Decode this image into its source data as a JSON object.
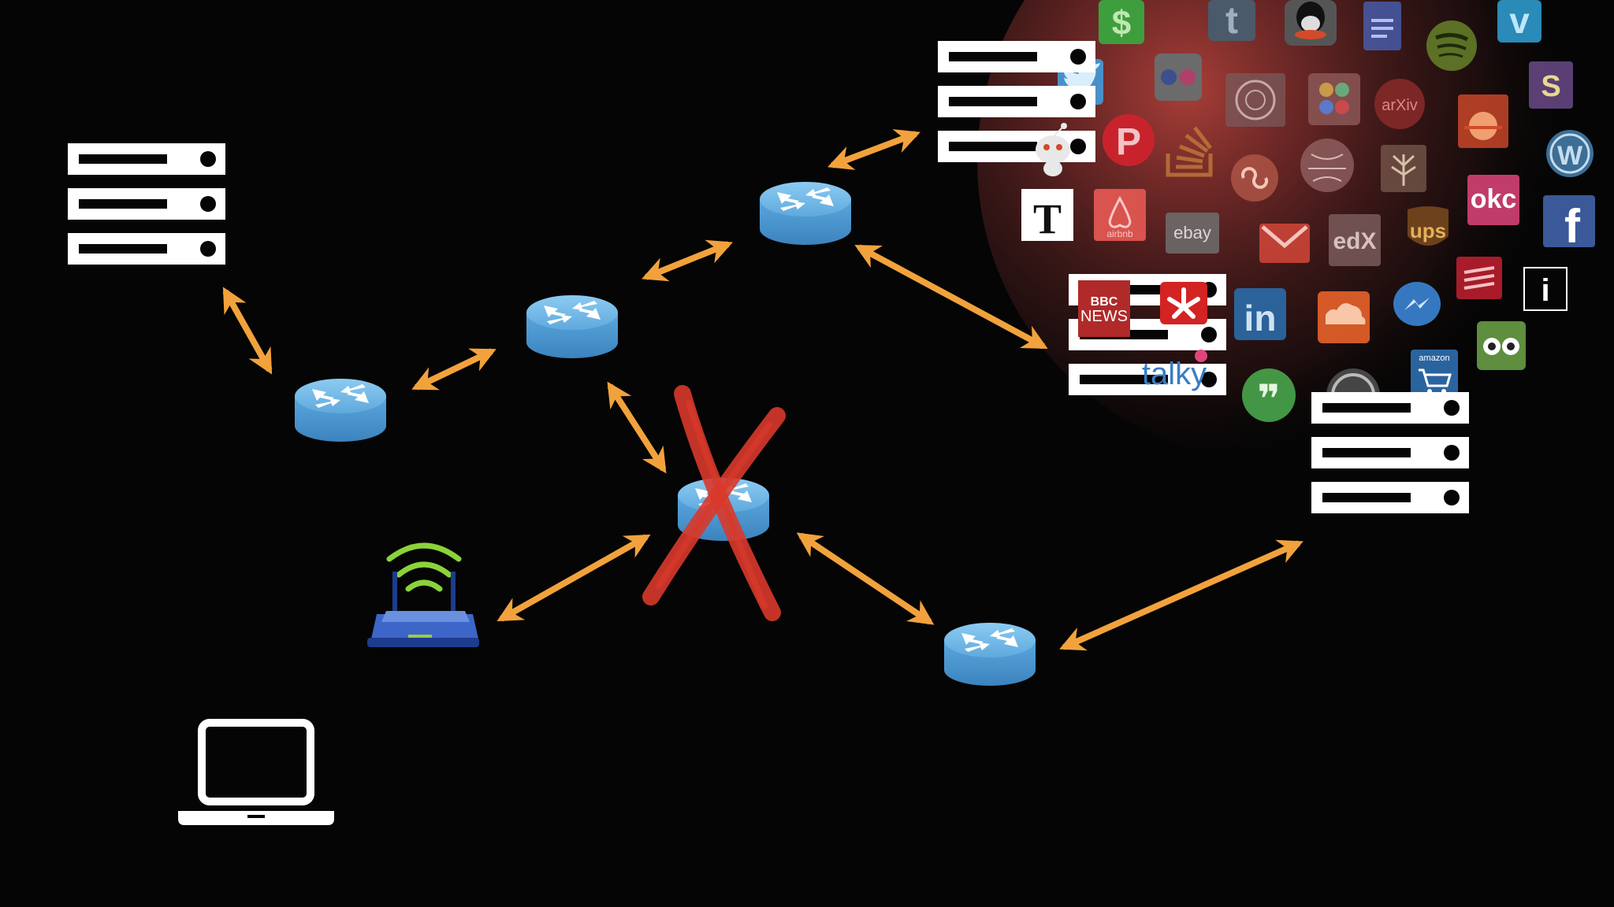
{
  "colors": {
    "background": "#050505",
    "arrow": "#F2A23C",
    "router": "#5BA7DE",
    "router_top": "#7DC0EE",
    "server": "#FFFFFF",
    "failure_mark": "#D8392B",
    "wifi_signal": "#8BD33A",
    "glow": "#A8322E"
  },
  "nodes": {
    "servers": [
      "server-top-left",
      "server-top-center",
      "server-middle-right",
      "server-bottom-right"
    ],
    "routers": [
      "router-1",
      "router-2",
      "router-3",
      "router-4-failed",
      "router-5"
    ],
    "home_router": "wifi-router",
    "client": "laptop"
  },
  "failed_node": "router-4-failed",
  "service_logos": {
    "twitter": {
      "icon": "twitter-bird",
      "color": "#4A90C8"
    },
    "pinterest": {
      "icon": "pinterest-p",
      "color": "#C8232C"
    },
    "flickr": {
      "icon": "two-dots",
      "color": "#6B6B6B"
    },
    "stackoverflow": {
      "icon": "stack",
      "color": "#A0522D"
    },
    "wikipedia": {
      "icon": "globe",
      "color": "#777777"
    },
    "nytimes": {
      "text": "T",
      "color": "#FFFFFF"
    },
    "airbnb": {
      "text": "airbnb",
      "color": "#D9534F"
    },
    "ebay": {
      "text": "ebay",
      "color": "#888888"
    },
    "gmail": {
      "icon": "envelope",
      "color": "#D44638"
    },
    "edx": {
      "text": "edX",
      "color": "#6B6B6B"
    },
    "ups": {
      "text": "ups",
      "color": "#7A4A1E"
    },
    "okcupid": {
      "text": "okc",
      "color": "#E0457B"
    },
    "facebook": {
      "text": "f",
      "color": "#3B5998"
    },
    "wordpress": {
      "text": "W",
      "color": "#3C6E96"
    },
    "bbc_news": {
      "line1": "BBC",
      "line2": "NEWS",
      "color": "#B02A2A"
    },
    "yelp": {
      "icon": "yelp-burst",
      "color": "#D32323"
    },
    "talky": {
      "text": "talky",
      "color": "#3A7CC4"
    },
    "linkedin": {
      "text": "in",
      "color": "#2A6CA8"
    },
    "soundcloud": {
      "icon": "cloud",
      "color": "#E8632A"
    },
    "messenger": {
      "icon": "bolt",
      "color": "#3C8CE0"
    },
    "bank_of_america": {
      "icon": "flag",
      "color": "#C42030"
    },
    "info": {
      "text": "i",
      "color": "#FFFFFF"
    },
    "tripadvisor": {
      "text": "oo",
      "color": "#5E8E3E"
    },
    "amazon": {
      "text": "amazon",
      "color": "#2F6FB0"
    },
    "github": {
      "icon": "octocat",
      "color": "#555555"
    },
    "hangouts": {
      "text": "❞",
      "color": "#4CAF50"
    },
    "tumblr": {
      "text": "t",
      "color": "#4A5A6A"
    },
    "qq": {
      "icon": "penguin",
      "color": "#555555"
    },
    "docs": {
      "icon": "doc",
      "color": "#4A6AC8"
    },
    "spotify": {
      "icon": "waves",
      "color": "#6A8A2A"
    },
    "vimeo": {
      "text": "v",
      "color": "#2A8AB8"
    },
    "slack": {
      "text": "S",
      "color": "#6A4A8A"
    },
    "cash": {
      "text": "$",
      "color": "#3E9E3E"
    },
    "arxiv": {
      "text": "arXiv",
      "color": "#8A2A2A"
    },
    "ubuntu": {
      "icon": "sun",
      "color": "#D24A2A"
    },
    "reddit": {
      "icon": "alien",
      "color": "#CCCCCC"
    }
  }
}
